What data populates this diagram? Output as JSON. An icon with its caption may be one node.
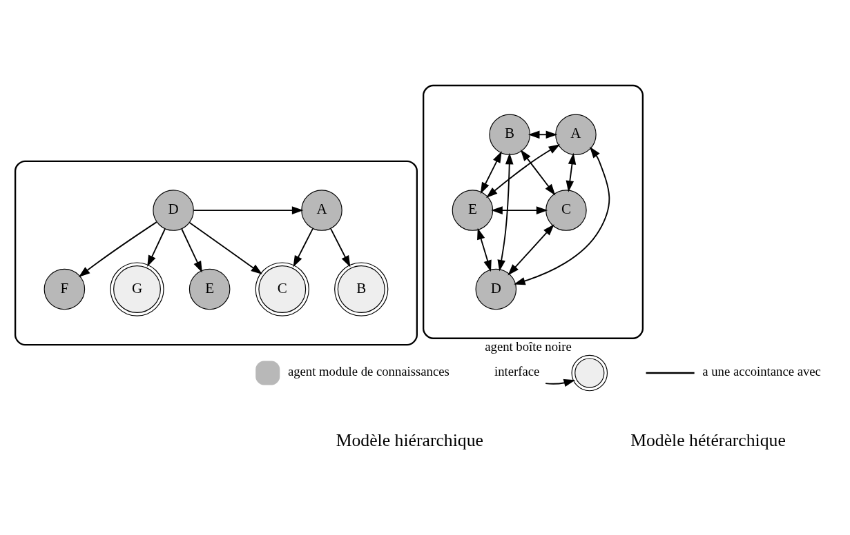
{
  "diagram": {
    "nodes": [
      {
        "text": [],
        "shape": "ellipse"
      },
      {
        "text": [
          "A"
        ],
        "in": 0
      },
      {
        "text": [
          "B"
        ],
        "in": 0
      },
      {
        "text": [
          "C"
        ],
        "in": 0
      },
      {
        "text": [
          "D"
        ],
        "in": 0
      },
      {
        "text": [
          "E"
        ],
        "in": 0
      },
      {
        "text": [
          "F"
        ],
        "in": 0
      },
      {
        "text": [
          "G"
        ],
        "in": 0
      },
      {
        "text": [],
        "shape": "ellipse"
      },
      {
        "text": [
          "A"
        ],
        "in": 8
      },
      {
        "text": [
          "B"
        ],
        "in": 8
      },
      {
        "text": [
          "C"
        ],
        "in": 8
      },
      {
        "text": [
          "D"
        ],
        "in": 8
      },
      {
        "text": [
          "E"
        ],
        "in": 8
      },
      {
        "text": [
          "interface"
        ]
      },
      {
        "text": [],
        "shape": "circle",
        "beside": [
          "agent boîte noire"
        ]
      }
    ],
    "edges": [
      {
        "from": 1,
        "to": 2,
        "arrow": "to"
      },
      {
        "from": 4,
        "to": 1,
        "arrow": "to"
      },
      {
        "from": 1,
        "to": 3,
        "arrow": "to"
      },
      {
        "from": 4,
        "to": 6,
        "arrow": "to"
      },
      {
        "from": 4,
        "to": 3,
        "arrow": "to"
      },
      {
        "from": 4,
        "to": 5,
        "arrow": "to"
      },
      {
        "from": 4,
        "to": 7,
        "arrow": "to"
      },
      {
        "from": 9,
        "to": 10,
        "arrow": "both"
      },
      {
        "from": 10,
        "to": 13,
        "arrow": "both"
      },
      {
        "from": 9,
        "to": 13,
        "arrow": "both"
      },
      {
        "from": 9,
        "to": 11,
        "arrow": "both"
      },
      {
        "from": 9,
        "to": 12,
        "arrow": "both"
      },
      {
        "from": 10,
        "to": 11,
        "arrow": "both"
      },
      {
        "from": 10,
        "to": 12,
        "arrow": "both"
      },
      {
        "from": 11,
        "to": 13,
        "arrow": "both"
      },
      {
        "from": 13,
        "to": 12,
        "arrow": "both"
      },
      {
        "from": 11,
        "to": 12,
        "arrow": "both"
      },
      {
        "from": 14,
        "to": 15,
        "arrow": "to"
      }
    ],
    "labels": [
      "Modèle hiérarchique",
      "Modèle hétérarchique"
    ],
    "legend": [
      {
        "text": "agent module de connaissances"
      },
      {
        "text": "a une accointance avec"
      }
    ]
  }
}
